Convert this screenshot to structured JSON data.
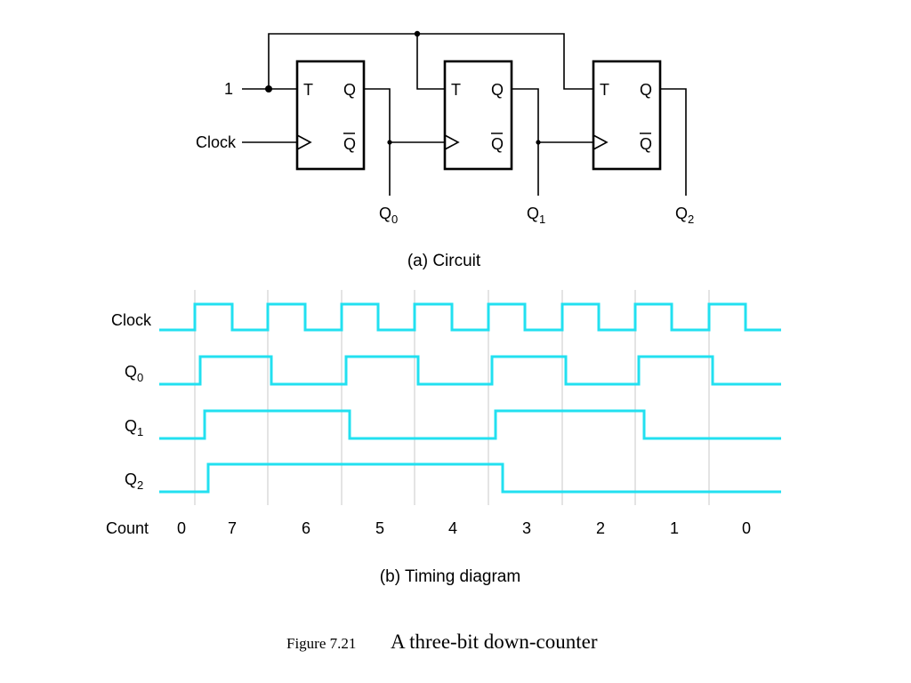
{
  "circuit": {
    "input_one": "1",
    "input_clock": "Clock",
    "flipflops": [
      {
        "t": "T",
        "q": "Q",
        "qbar": "Q"
      },
      {
        "t": "T",
        "q": "Q",
        "qbar": "Q"
      },
      {
        "t": "T",
        "q": "Q",
        "qbar": "Q"
      }
    ],
    "outputs": [
      {
        "base": "Q",
        "sub": "0"
      },
      {
        "base": "Q",
        "sub": "1"
      },
      {
        "base": "Q",
        "sub": "2"
      }
    ],
    "caption": "(a) Circuit"
  },
  "timing": {
    "signals": [
      {
        "base": "Clock",
        "sub": ""
      },
      {
        "base": "Q",
        "sub": "0"
      },
      {
        "base": "Q",
        "sub": "1"
      },
      {
        "base": "Q",
        "sub": "2"
      }
    ],
    "count_label": "Count",
    "counts": [
      "0",
      "7",
      "6",
      "5",
      "4",
      "3",
      "2",
      "1",
      "0"
    ],
    "caption": "(b) Timing diagram",
    "wave_color": "#22e0f0"
  },
  "figure": {
    "number": "Figure 7.21",
    "title": "A three-bit down-counter"
  }
}
